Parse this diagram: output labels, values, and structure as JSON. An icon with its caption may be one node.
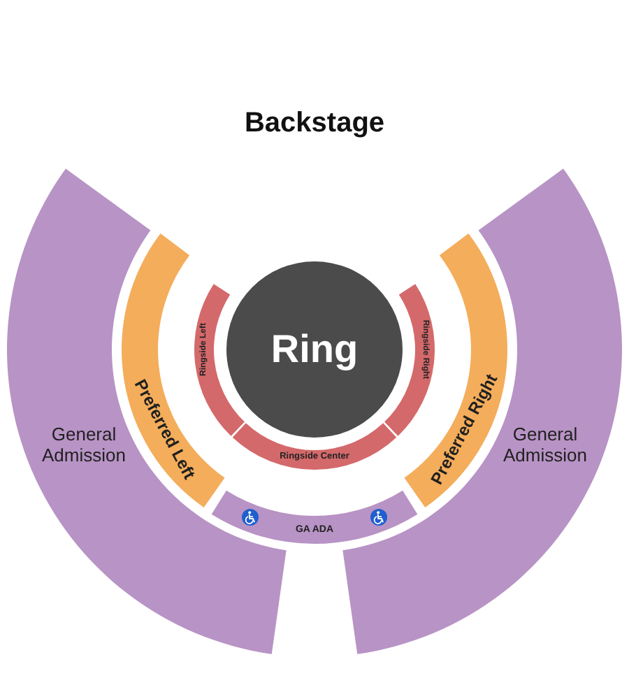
{
  "diagram": {
    "nodes": [
      {
        "text": [
          "General Admission"
        ]
      },
      {
        "text": [
          "Preferred Left"
        ]
      },
      {
        "text": [
          "Ringside Left"
        ]
      },
      {
        "text": [
          "Ring"
        ]
      },
      {
        "text": [
          "Ringside Right"
        ]
      },
      {
        "text": [
          "Preferred Right"
        ]
      },
      {
        "text": [
          "General Admission"
        ]
      },
      {
        "text": [
          "Ringside Center"
        ]
      },
      {
        "text": [
          "GA ADA"
        ]
      }
    ],
    "labels": [
      "Backstage"
    ]
  }
}
